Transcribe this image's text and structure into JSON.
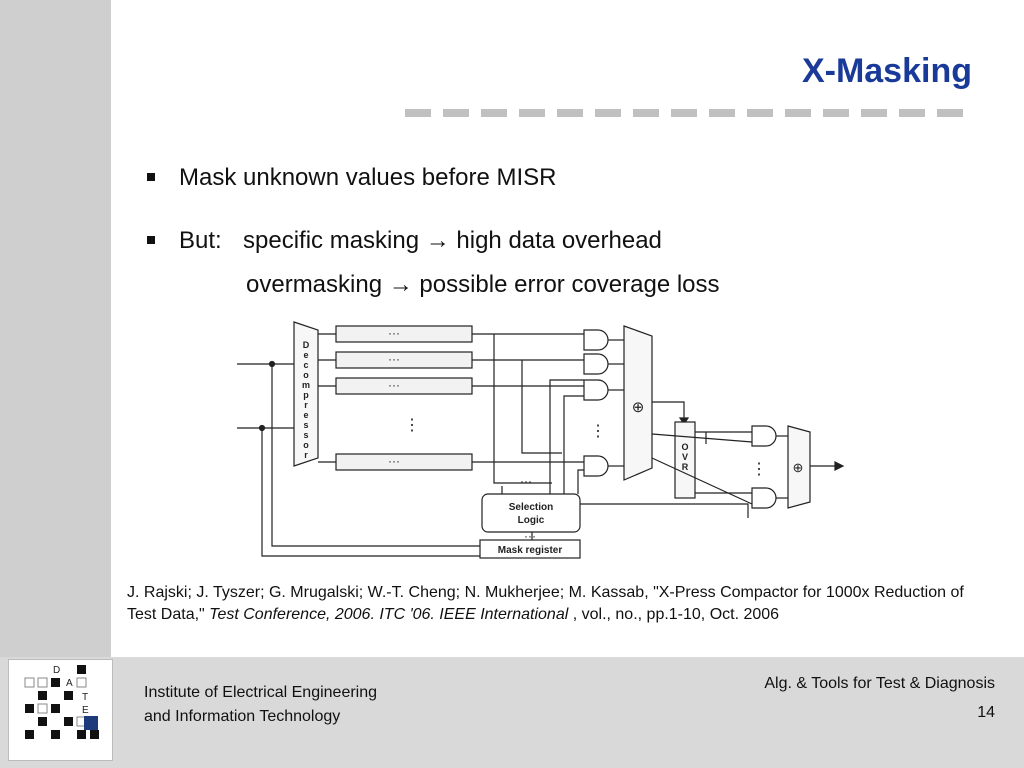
{
  "slide": {
    "title": "X-Masking",
    "bullets": [
      {
        "text": "Mask unknown values before MISR"
      },
      {
        "lead": "But:",
        "lines": [
          "specific masking → high data overhead",
          "overmasking → possible error coverage loss"
        ]
      }
    ]
  },
  "diagram": {
    "decompressor_label": [
      "D",
      "e",
      "c",
      "o",
      "m",
      "p",
      "r",
      "e",
      "s",
      "s",
      "o",
      "r"
    ],
    "ellipsis": "···",
    "vdots": "⋮",
    "xor_symbol": "⊕",
    "ovr_label": [
      "O",
      "V",
      "R"
    ],
    "selection_logic": [
      "Selection",
      "Logic"
    ],
    "mask_register": "Mask register"
  },
  "reference": {
    "prefix": "J. Rajski; J. Tyszer; G. Mrugalski; W.-T. Cheng; N. Mukherjee; M. Kassab, \"X-Press Compactor for 1000x Reduction of Test Data,\" ",
    "venue": "Test Conference, 2006. ITC '06. IEEE International",
    "suffix": " , vol., no., pp.1-10, Oct. 2006"
  },
  "footer": {
    "institute_line1": "Institute of Electrical Engineering",
    "institute_line2": "and Information Technology",
    "course": "Alg. & Tools for Test & Diagnosis",
    "page_number": "14",
    "logo_letters": [
      "D",
      "A",
      "T",
      "E"
    ]
  },
  "colors": {
    "title": "#1a3a9a",
    "side_strip": "#cfcfcf",
    "footer_bar": "#d9d9d9",
    "dashes": "#c0c0c0"
  }
}
